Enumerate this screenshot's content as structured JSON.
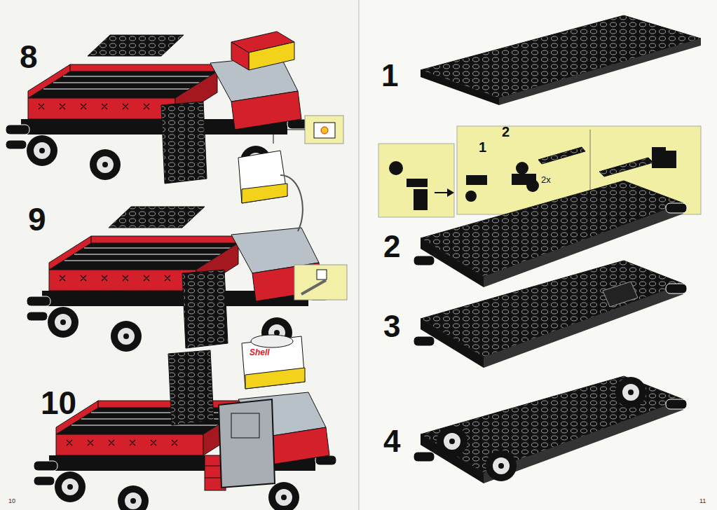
{
  "diagram": {
    "labels": [
      "8",
      "9",
      "10",
      "Shell",
      "1",
      "1",
      "2",
      "2x",
      "2",
      "3",
      "4",
      "10",
      "11"
    ]
  }
}
